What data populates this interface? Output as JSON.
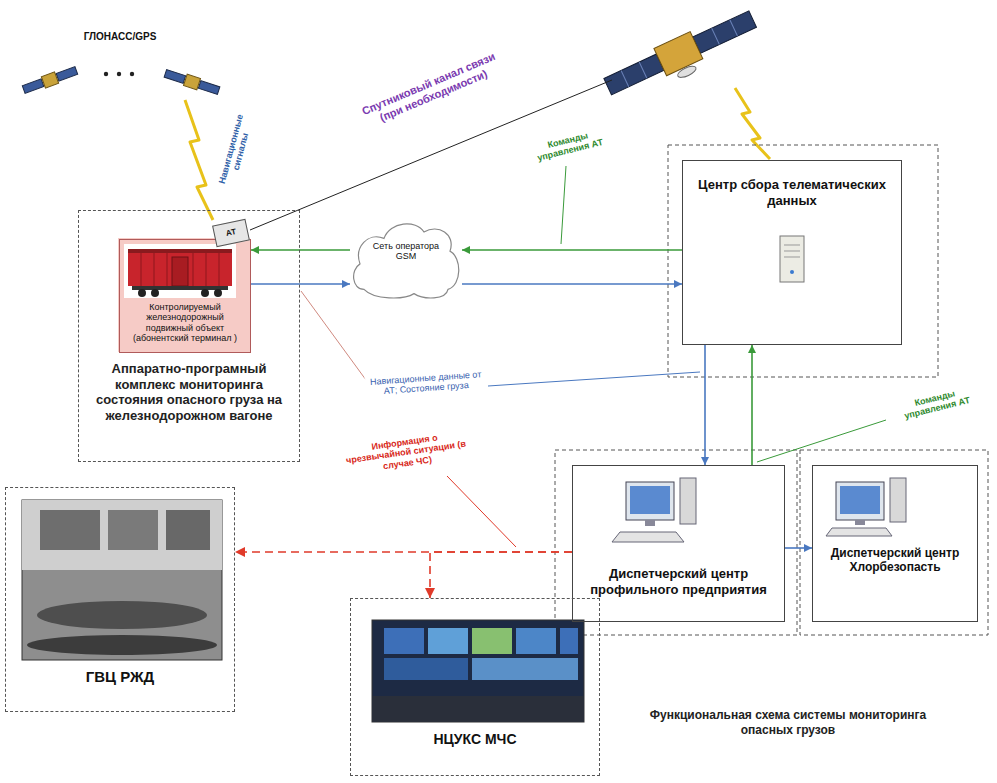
{
  "diagram": {
    "caption": "Функциональная схема системы мониторинга опасных грузов",
    "nodes": [
      {
        "text": [
          "Аппаратно-програмный комплекс мониторинга состояния опасного груза на железнодорожном вагоне"
        ]
      },
      {
        "text": [
          "Контролируемый железнодорожный подвижный объект (абонентский терминал )"
        ],
        "in": 0
      },
      {
        "text": [
          "АТ"
        ],
        "in": 1
      },
      {
        "text": [
          "Сеть оператора GSM"
        ]
      },
      {
        "text": [
          "Центр сбора телематических данных"
        ]
      },
      {
        "text": [
          "Диспетчерский центр профильного предприятия"
        ]
      },
      {
        "text": [
          "Диспетчерский центр Хлорбезопасть"
        ]
      },
      {
        "text": [
          "ГВЦ РЖД"
        ]
      },
      {
        "text": [
          "НЦУКС МЧС"
        ]
      }
    ],
    "edges": [
      {
        "from": 4,
        "to": 3,
        "arrow": "to",
        "label": "Команды управления АТ"
      },
      {
        "from": 3,
        "to": 1,
        "arrow": "to"
      },
      {
        "from": 1,
        "to": 3,
        "arrow": "to",
        "label": "Навигационные данные от АТ; Состояние груза"
      },
      {
        "from": 3,
        "to": 4,
        "arrow": "to"
      },
      {
        "from": 4,
        "to": 5,
        "arrow": "to"
      },
      {
        "from": 5,
        "to": 4,
        "arrow": "to",
        "label": "Команды управления АТ"
      },
      {
        "from": 5,
        "to": 6,
        "arrow": "to"
      },
      {
        "from": 5,
        "to": 7,
        "arrow": "to",
        "label": "Информация о чрезвычайной ситуации (в случае ЧС)"
      },
      {
        "from": 5,
        "to": 8,
        "arrow": "to"
      }
    ],
    "labels": [
      "ГЛОНАСС/GPS",
      "Навигационные сигналы",
      "Спутниковый канал связи (при необходимости)"
    ]
  }
}
